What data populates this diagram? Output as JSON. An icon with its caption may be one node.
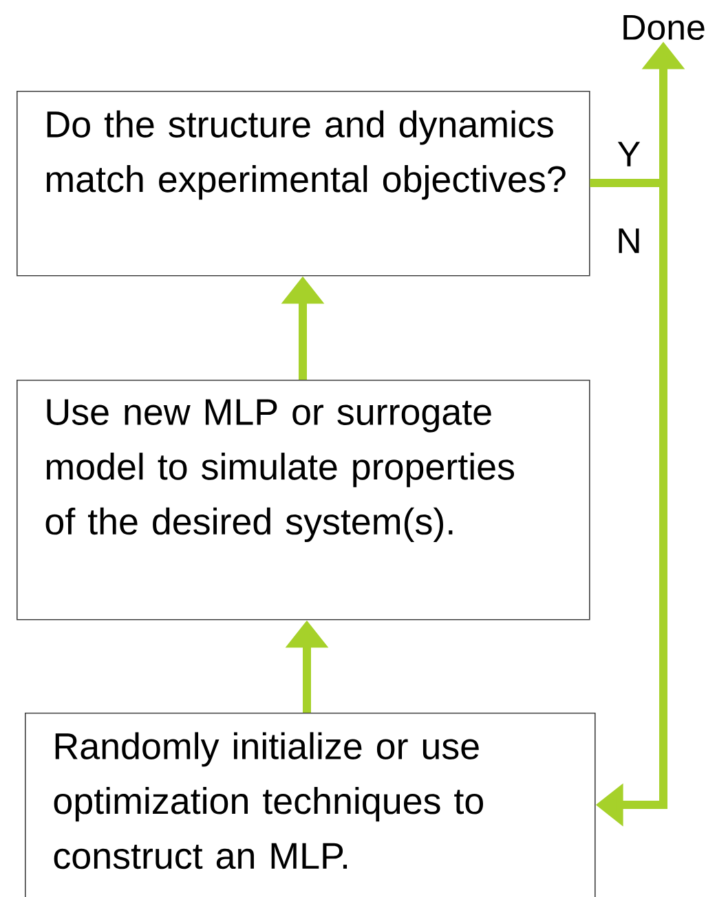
{
  "diagram": {
    "nodes": [
      {
        "text": [
          "Do the structure and dynamics match experimental objectives?"
        ]
      },
      {
        "text": [
          "Use new MLP or surrogate model to simulate properties of the desired system(s)."
        ]
      },
      {
        "text": [
          "Randomly initialize or use optimization techniques to construct an MLP."
        ]
      },
      {
        "text": [
          "Done"
        ]
      }
    ],
    "edges": [
      {
        "from": 2,
        "to": 1,
        "arrow": "to"
      },
      {
        "from": 1,
        "to": 0,
        "arrow": "to"
      },
      {
        "from": 0,
        "to": 3,
        "arrow": "to",
        "label": "Y"
      },
      {
        "from": 0,
        "to": 2,
        "arrow": "to",
        "label": "N"
      }
    ]
  }
}
